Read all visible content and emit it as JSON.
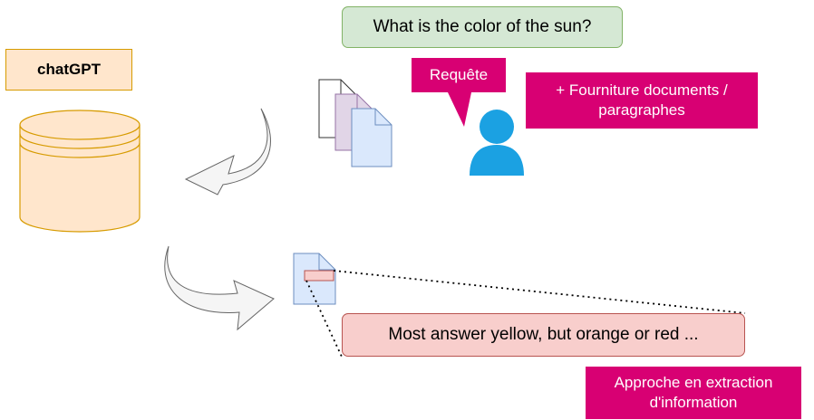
{
  "question": "What is the color of the sun?",
  "request_label": "Requête",
  "supply_label": "+ Fourniture documents / paragraphes",
  "chatgpt_label": "chatGPT",
  "answer": "Most answer yellow, but orange or red ...",
  "approach_label": "Approche en extraction d'information",
  "colors": {
    "accent_magenta": "#d80073",
    "question_fill": "#d5e8d4",
    "answer_fill": "#f8cecc",
    "database_fill": "#ffe6cc",
    "user_icon": "#1ba1e2"
  }
}
